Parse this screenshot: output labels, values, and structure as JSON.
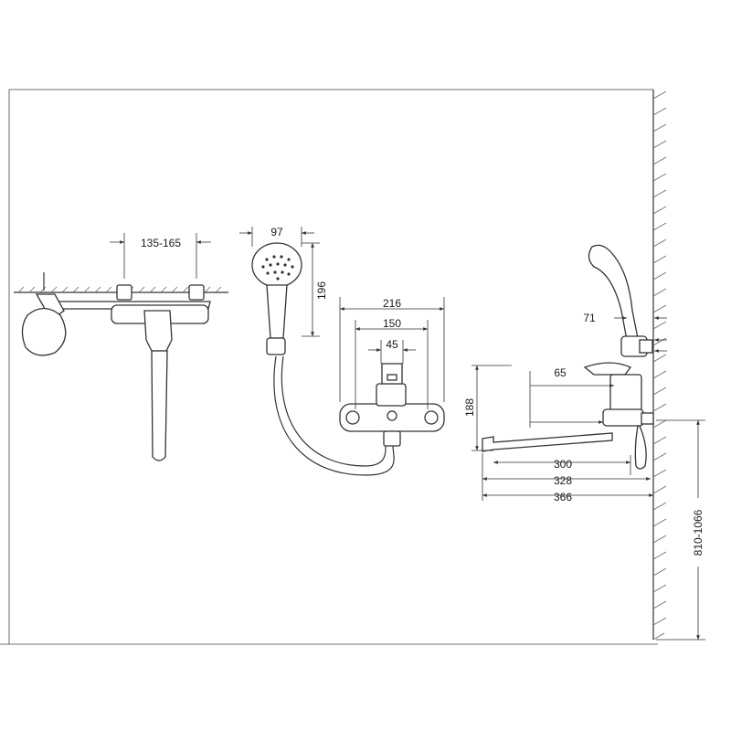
{
  "diagram": {
    "dimensions": {
      "top_spacing": "135-165",
      "head_width": "97",
      "head_height": "196",
      "width_216": "216",
      "width_150": "150",
      "width_45": "45",
      "height_188": "188",
      "offset_65": "65",
      "holder_71": "71",
      "spout_300": "300",
      "spout_328": "328",
      "spout_366": "366",
      "mount_height": "810-1066"
    }
  }
}
